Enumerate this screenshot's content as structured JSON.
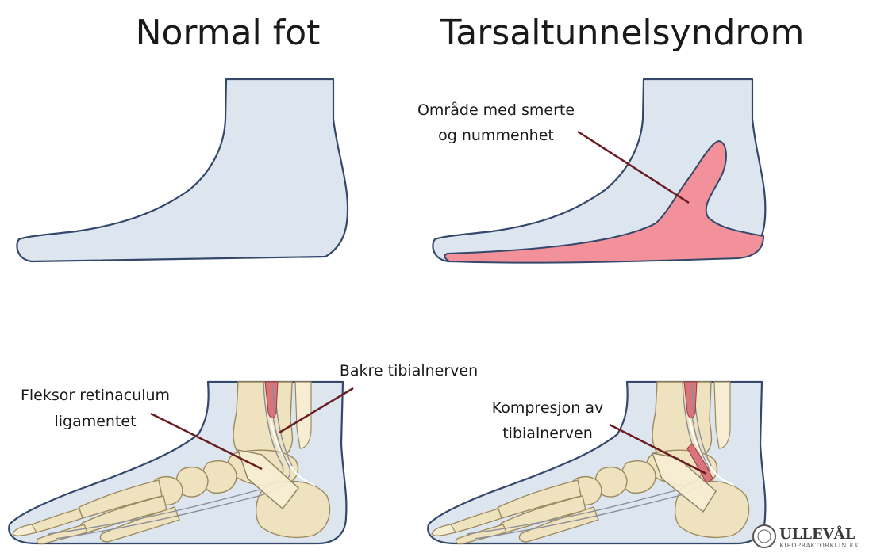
{
  "titles": {
    "normal": "Normal fot",
    "syndrome": "Tarsaltunnelsyndrom"
  },
  "labels": {
    "pain_area_line1": "Område med smerte",
    "pain_area_line2": "og nummenhet",
    "posterior_tibial_nerve": "Bakre tibialnerven",
    "flexor_retinaculum_line1": "Fleksor retinaculum",
    "flexor_retinaculum_line2": "ligamentet",
    "compression_line1": "Kompresjon av",
    "compression_line2": "tibialnerven"
  },
  "logo": {
    "name": "ULLEVÅL",
    "subtitle": "KIROPRAKTORKLINIKK"
  },
  "colors": {
    "skin_fill": "#dde6ef",
    "outline": "#34486b",
    "pain_area": "#f2919a",
    "leader_line": "#6b1c22",
    "bone": "#efe2bf"
  }
}
